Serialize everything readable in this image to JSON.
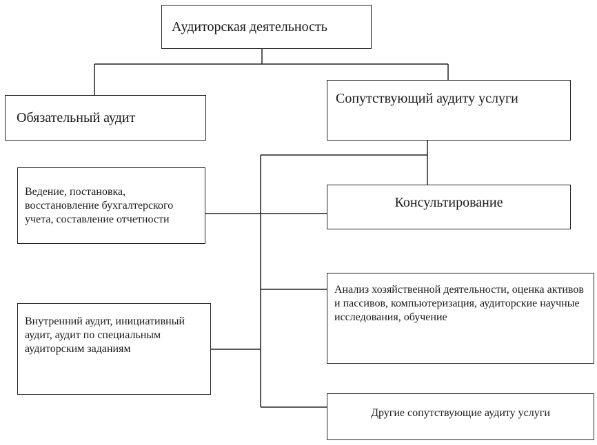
{
  "diagram": {
    "root": "Аудиторская деятельность",
    "mandatory_audit": "Обязательный аудит",
    "related_services": "Сопутствующий аудиту услуги",
    "accounting_services": "Ведение, постановка, восстановление бухгалтерского учета, составление отчетности",
    "consulting": "Консультирование",
    "internal_audit": "Внутренний аудит, инициативный аудит, аудит по специальным аудиторским заданиям",
    "analysis": "Анализ хозяйственной деятельности, оценка активов и пассивов, компьютеризация, аудиторские научные исследования, обучение",
    "other_services": "Другие сопутствующие аудиту услуги"
  }
}
